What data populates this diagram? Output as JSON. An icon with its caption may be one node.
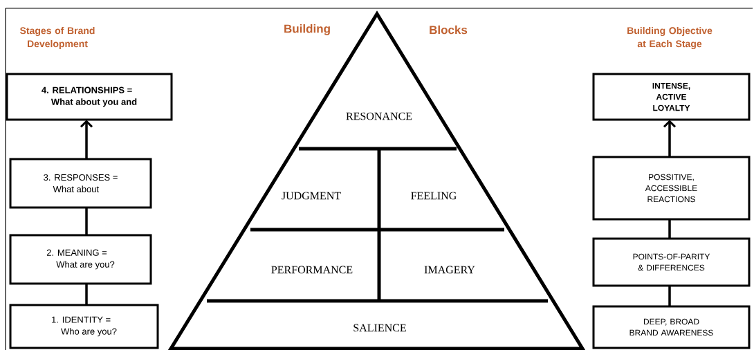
{
  "diagram": {
    "nodes": [
      {
        "text": [
          "4. RELATIONSHIPS =",
          "What about you and"
        ]
      },
      {
        "text": [
          "3. RESPONSES =",
          "What about"
        ]
      },
      {
        "text": [
          "2. MEANING =",
          "What are you?"
        ]
      },
      {
        "text": [
          "1. IDENTITY =",
          "Who are you?"
        ]
      },
      {
        "text": [
          "RESONANCE"
        ]
      },
      {
        "text": [
          "JUDGMENT"
        ]
      },
      {
        "text": [
          "FEELING"
        ]
      },
      {
        "text": [
          "PERFORMANCE"
        ]
      },
      {
        "text": [
          "IMAGERY"
        ]
      },
      {
        "text": [
          "SALIENCE"
        ]
      },
      {
        "text": [
          "INTENSE, ACTIVE LOYALTY"
        ]
      },
      {
        "text": [
          "POSSITIVE, ACCESSIBLE REACTIONS"
        ]
      },
      {
        "text": [
          "POINTS-OF-PARITY & DIFFERENCES"
        ]
      },
      {
        "text": [
          "DEEP, BROAD BRAND AWARENESS"
        ]
      }
    ],
    "edges": [
      {
        "from": 1,
        "to": 0,
        "arrow": "to"
      },
      {
        "from": 2,
        "to": 1,
        "arrow": "none"
      },
      {
        "from": 3,
        "to": 2,
        "arrow": "none"
      },
      {
        "from": 11,
        "to": 10,
        "arrow": "to"
      },
      {
        "from": 12,
        "to": 11,
        "arrow": "none"
      },
      {
        "from": 13,
        "to": 12,
        "arrow": "none"
      }
    ],
    "labels": [
      "Stages of Brand Development",
      "Building",
      "Blocks",
      "Building Objective at Each Stage"
    ]
  }
}
